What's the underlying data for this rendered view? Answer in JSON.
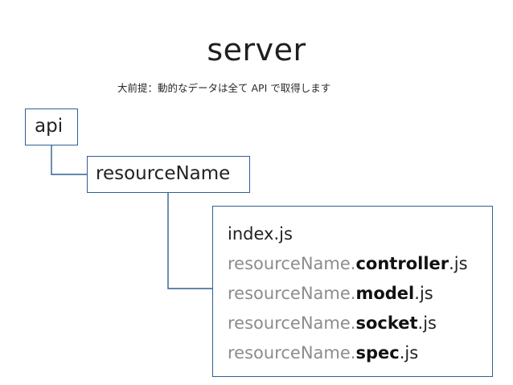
{
  "slide": {
    "title": "server",
    "subtitle": "大前提：動的なデータは全て API で取得します"
  },
  "tree": {
    "root": {
      "label": "api"
    },
    "child": {
      "label": "resourceName"
    },
    "files": {
      "plain": "index.js",
      "items": [
        {
          "prefix": "resourceName.",
          "kind": "controller",
          "ext": ".js"
        },
        {
          "prefix": "resourceName.",
          "kind": "model",
          "ext": ".js"
        },
        {
          "prefix": "resourceName.",
          "kind": "socket",
          "ext": ".js"
        },
        {
          "prefix": "resourceName.",
          "kind": "spec",
          "ext": ".js"
        }
      ]
    }
  },
  "colors": {
    "border": "#2f5f96",
    "prefix_text": "#8c8c8c",
    "main_text": "#222222"
  }
}
